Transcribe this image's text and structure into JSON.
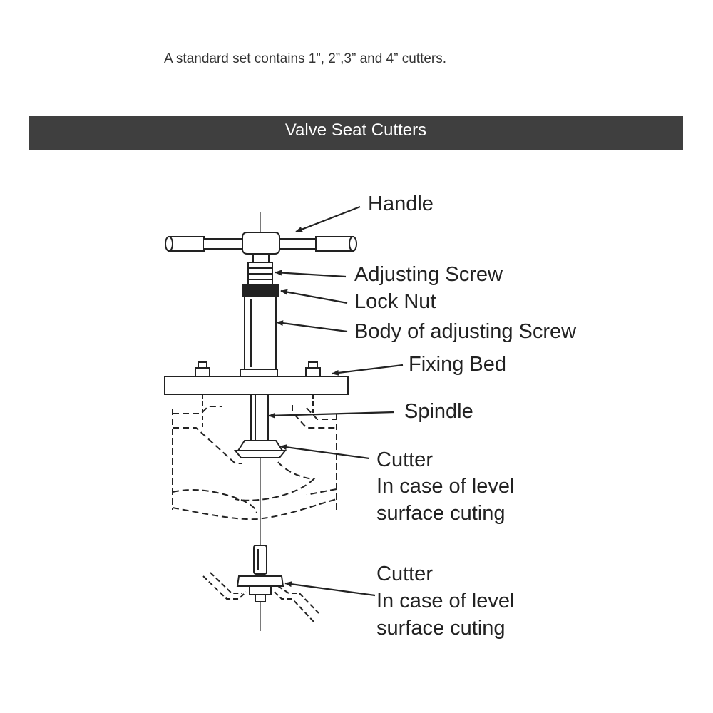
{
  "intro_text": "A standard set contains 1”, 2”,3” and 4” cutters.",
  "banner": {
    "title": "Valve Seat Cutters",
    "color": "#3f3f3f"
  },
  "labels": {
    "handle": "Handle",
    "adjusting_screw": "Adjusting Screw",
    "lock_nut": "Lock Nut",
    "body_of_adjusting_screw": "Body of adjusting Screw",
    "fixing_bed": "Fixing Bed",
    "spindle": "Spindle",
    "cutter_1": [
      "Cutter",
      "In case of level",
      "surface cuting"
    ],
    "cutter_2": [
      "Cutter",
      "In case of level",
      "surface cuting"
    ]
  },
  "icons": [
    "arrow-icon"
  ],
  "colors": {
    "line": "#222222",
    "background": "#ffffff"
  }
}
